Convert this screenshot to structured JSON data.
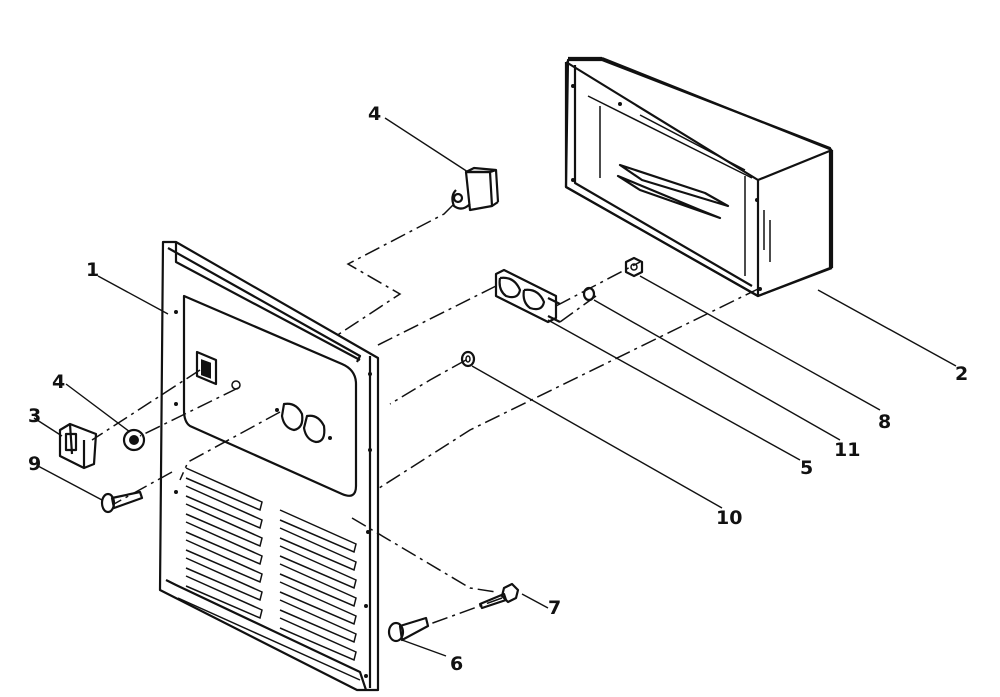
{
  "callouts": {
    "c1": "1",
    "c2": "2",
    "c3": "3",
    "c4_top": "4",
    "c4_left": "4",
    "c5": "5",
    "c6": "6",
    "c7": "7",
    "c8": "8",
    "c9": "9",
    "c10": "10",
    "c11": "11"
  }
}
